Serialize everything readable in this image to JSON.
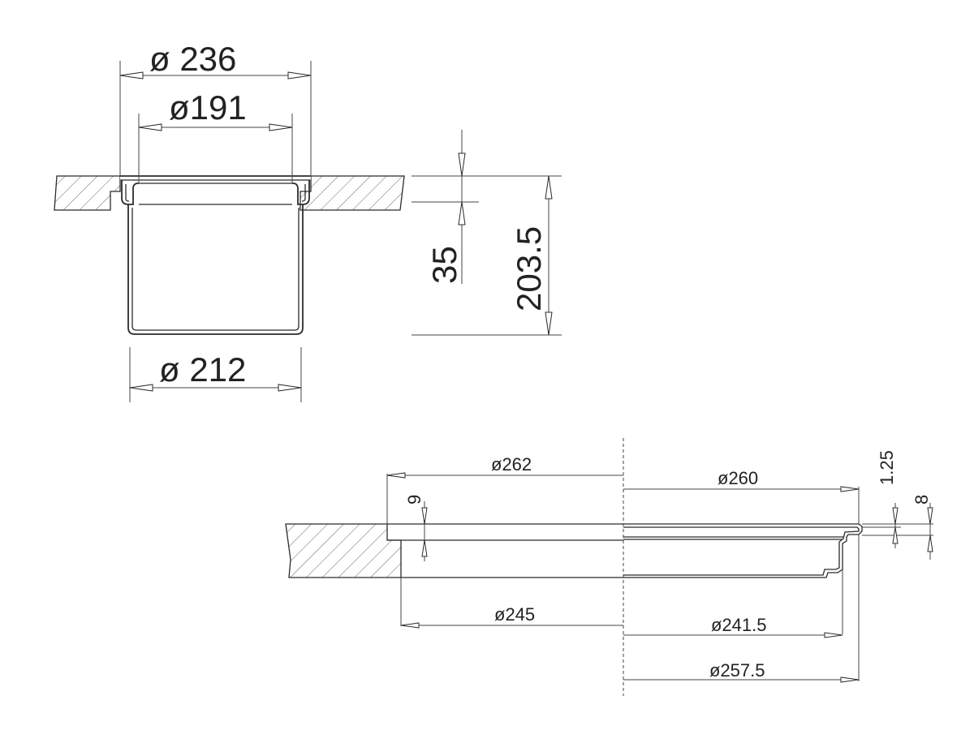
{
  "top_view": {
    "outer_diameter": "ø 236",
    "inner_diameter": "ø191",
    "bottom_diameter": "ø 212",
    "flange_height": "35",
    "total_height": "203.5"
  },
  "section_view": {
    "left_top_diameter": "ø262",
    "left_bottom_diameter": "ø245",
    "right_top_diameter": "ø260",
    "right_mid_diameter": "ø241.5",
    "right_bottom_diameter": "ø257.5",
    "recess_depth": "9",
    "rim_thickness": "1.25",
    "rim_height": "8"
  }
}
